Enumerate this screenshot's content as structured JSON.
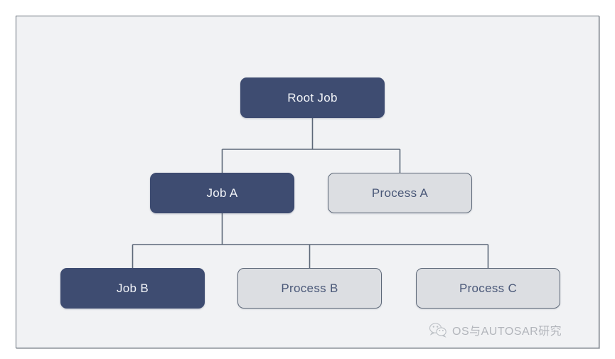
{
  "diagram": {
    "type": "tree",
    "title": "",
    "nodes": [
      {
        "id": "root-job",
        "label": "Root Job",
        "style": "job",
        "level": 0
      },
      {
        "id": "job-a",
        "label": "Job A",
        "style": "job",
        "level": 1
      },
      {
        "id": "process-a",
        "label": "Process A",
        "style": "process",
        "level": 1
      },
      {
        "id": "job-b",
        "label": "Job B",
        "style": "job",
        "level": 2
      },
      {
        "id": "process-b",
        "label": "Process B",
        "style": "process",
        "level": 2
      },
      {
        "id": "process-c",
        "label": "Process C",
        "style": "process",
        "level": 2
      }
    ],
    "edges": [
      {
        "from": "root-job",
        "to": "job-a"
      },
      {
        "from": "root-job",
        "to": "process-a"
      },
      {
        "from": "job-a",
        "to": "job-b"
      },
      {
        "from": "job-a",
        "to": "process-b"
      },
      {
        "from": "job-a",
        "to": "process-c"
      }
    ],
    "colors": {
      "canvas_background": "#f1f2f4",
      "frame_border": "#636c77",
      "job_fill": "#3e4c71",
      "job_text": "#f2f4f8",
      "process_fill": "#dcdee2",
      "process_border": "#5d6878",
      "process_text": "#4a5878",
      "connector": "#5d6878"
    }
  },
  "watermark": {
    "icon": "wechat-icon",
    "text": "OS与AUTOSAR研究"
  }
}
